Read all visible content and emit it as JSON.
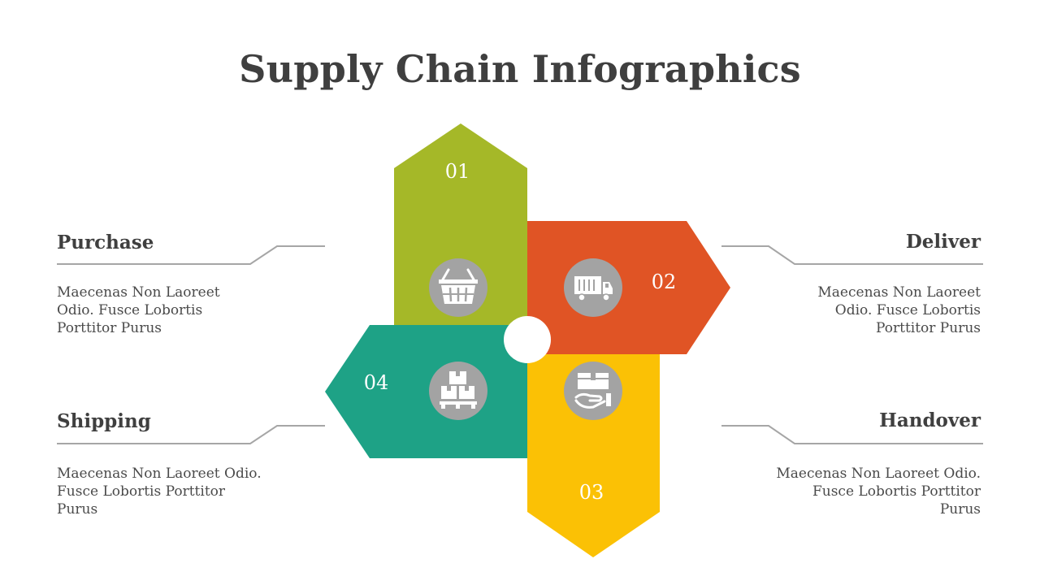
{
  "title": "Supply Chain Infographics",
  "colors": {
    "step1": "#a5b828",
    "step2": "#e05425",
    "step3": "#fbc105",
    "step4": "#1ea286",
    "icon_circle": "#a3a3a3",
    "connector": "#a6a6a6",
    "text": "#3f3f3f"
  },
  "steps": [
    {
      "number": "01",
      "heading": "Purchase",
      "description": [
        "Maecenas Non Laoreet",
        "Odio. Fusce Lobortis",
        "Porttitor Purus"
      ],
      "icon": "shopping-basket-icon"
    },
    {
      "number": "02",
      "heading": "Deliver",
      "description": [
        "Maecenas Non Laoreet",
        "Odio. Fusce Lobortis",
        "Porttitor Purus"
      ],
      "icon": "delivery-truck-icon"
    },
    {
      "number": "03",
      "heading": "Handover",
      "description": [
        "Maecenas Non Laoreet Odio.",
        "Fusce Lobortis Porttitor",
        "Purus"
      ],
      "icon": "box-in-hand-icon"
    },
    {
      "number": "04",
      "heading": "Shipping",
      "description": [
        "Maecenas Non Laoreet Odio.",
        "Fusce Lobortis Porttitor",
        "Purus"
      ],
      "icon": "stacked-boxes-icon"
    }
  ]
}
